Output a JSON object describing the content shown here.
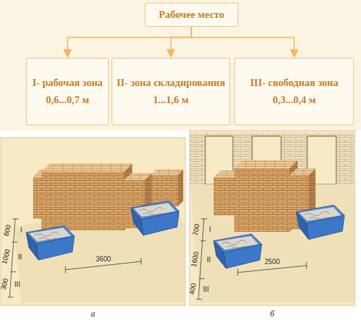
{
  "diagram": {
    "nodes": [
      {
        "text": [
          "Рабочее место"
        ]
      },
      {
        "text": [
          "I- рабочая зона",
          "0,6...0,7 м"
        ]
      },
      {
        "text": [
          "II- зона складирования",
          "1...1,6 м"
        ]
      },
      {
        "text": [
          "III- свободная зона",
          "0,3...0,4 м"
        ]
      }
    ],
    "edges": [
      {
        "from": 0,
        "to": 1,
        "arrow": "to"
      },
      {
        "from": 0,
        "to": 2,
        "arrow": "to"
      },
      {
        "from": 0,
        "to": 3,
        "arrow": "to"
      }
    ],
    "labels": [
      "600",
      "1000",
      "300",
      "I",
      "II",
      "III",
      "3600",
      "а",
      "700",
      "1600",
      "400",
      "I",
      "II",
      "III",
      "2500",
      "б"
    ]
  }
}
